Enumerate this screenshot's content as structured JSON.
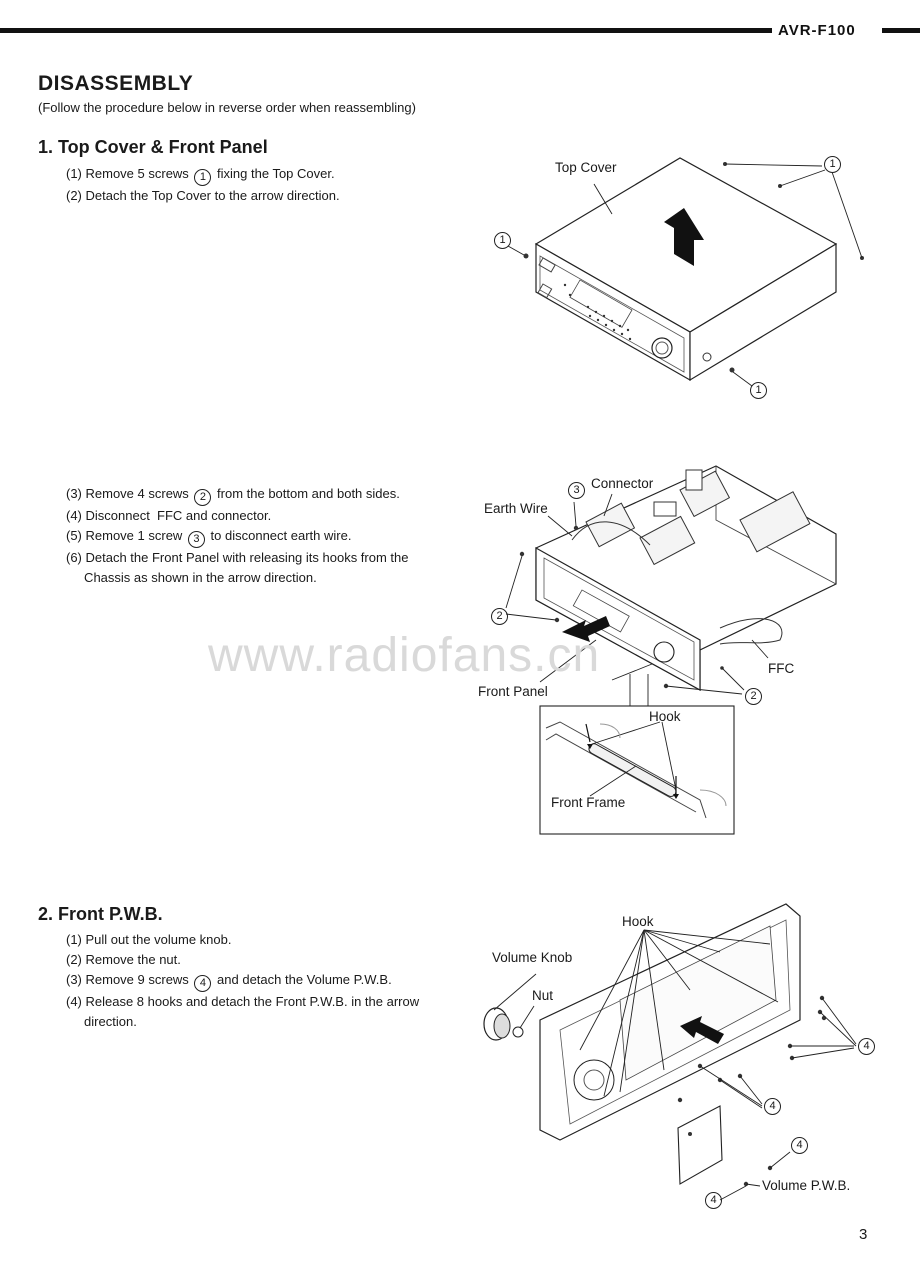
{
  "header": {
    "model": "AVR-F100"
  },
  "title": "DISASSEMBLY",
  "subtitle": "(Follow the procedure below in reverse order when reassembling)",
  "section1": {
    "title": "1.  Top Cover & Front Panel",
    "stepsA": [
      {
        "pre": "(1) Remove 5 screws ",
        "num": "1",
        "post": " fixing the Top Cover."
      },
      {
        "pre": "(2) Detach the Top Cover to the arrow direction.",
        "num": "",
        "post": ""
      }
    ],
    "stepsB": [
      {
        "pre": "(3) Remove 4 screws ",
        "num": "2",
        "post": " from the bottom and both sides."
      },
      {
        "pre": "(4) Disconnect  FFC and connector.",
        "num": "",
        "post": ""
      },
      {
        "pre": "(5) Remove 1 screw ",
        "num": "3",
        "post": " to disconnect earth wire."
      },
      {
        "pre": "(6) Detach the Front Panel with releasing its hooks from the",
        "num": "",
        "post": ""
      },
      {
        "pre": "     Chassis as shown in the arrow direction.",
        "num": "",
        "post": ""
      }
    ],
    "fig1": {
      "top_cover": "Top Cover",
      "screw": "1"
    },
    "fig2": {
      "connector": "Connector",
      "earth_wire": "Earth Wire",
      "ffc": "FFC",
      "front_panel": "Front Panel",
      "hook": "Hook",
      "front_frame": "Front Frame",
      "screw2": "2",
      "screw3": "3"
    }
  },
  "section2": {
    "title": "2.  Front P.W.B.",
    "steps": [
      {
        "pre": "(1) Pull out the volume knob.",
        "num": "",
        "post": ""
      },
      {
        "pre": "(2) Remove the nut.",
        "num": "",
        "post": ""
      },
      {
        "pre": "(3) Remove 9 screws ",
        "num": "4",
        "post": " and detach the Volume P.W.B."
      },
      {
        "pre": "(4) Release 8 hooks and detach the Front P.W.B. in the arrow",
        "num": "",
        "post": ""
      },
      {
        "pre": "     direction.",
        "num": "",
        "post": ""
      }
    ],
    "fig3": {
      "hook": "Hook",
      "volume_knob": "Volume Knob",
      "nut": "Nut",
      "volume_pwb": "Volume P.W.B.",
      "screw4": "4"
    }
  },
  "watermark": "www.radiofans.cn",
  "page_number": "3"
}
